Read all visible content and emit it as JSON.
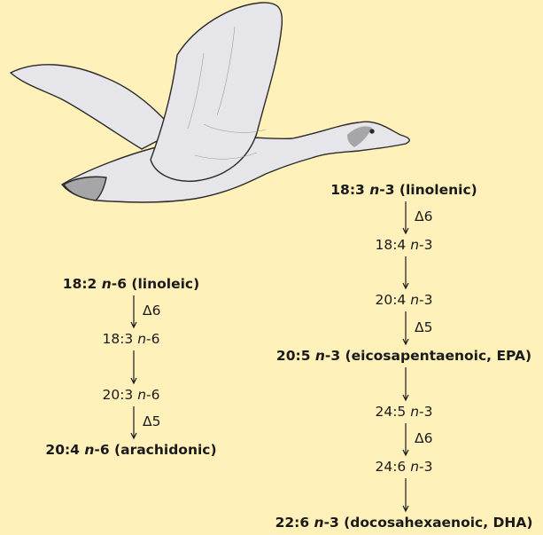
{
  "colors": {
    "background": "#fff1b9",
    "goose_body": "#e6e6ea",
    "goose_outline": "#2a2a2a",
    "goose_dark": "#a6a6a8"
  },
  "n6": {
    "nodes": [
      {
        "num": "18:2",
        "series": "n",
        "suffix": "-6",
        "name": " (linoleic)",
        "bold": true
      },
      {
        "num": "18:3",
        "series": "n",
        "suffix": "-6",
        "name": "",
        "bold": false
      },
      {
        "num": "20:3",
        "series": "n",
        "suffix": "-6",
        "name": "",
        "bold": false
      },
      {
        "num": "20:4",
        "series": "n",
        "suffix": "-6",
        "name": " (arachidonic)",
        "bold": true
      }
    ],
    "steps": [
      "Δ6",
      "",
      "Δ5"
    ]
  },
  "n3": {
    "nodes": [
      {
        "num": "18:3",
        "series": "n",
        "suffix": "-3",
        "name": " (linolenic)",
        "bold": true
      },
      {
        "num": "18:4",
        "series": "n",
        "suffix": "-3",
        "name": "",
        "bold": false
      },
      {
        "num": "20:4",
        "series": "n",
        "suffix": "-3",
        "name": "",
        "bold": false
      },
      {
        "num": "20:5",
        "series": "n",
        "suffix": "-3",
        "name": " (eicosapentaenoic, EPA)",
        "bold": true
      },
      {
        "num": "24:5",
        "series": "n",
        "suffix": "-3",
        "name": "",
        "bold": false
      },
      {
        "num": "24:6",
        "series": "n",
        "suffix": "-3",
        "name": "",
        "bold": false
      },
      {
        "num": "22:6",
        "series": "n",
        "suffix": "-3",
        "name": " (docosahexaenoic, DHA)",
        "bold": true
      }
    ],
    "steps": [
      "Δ6",
      "",
      "Δ5",
      "",
      "Δ6",
      ""
    ]
  }
}
